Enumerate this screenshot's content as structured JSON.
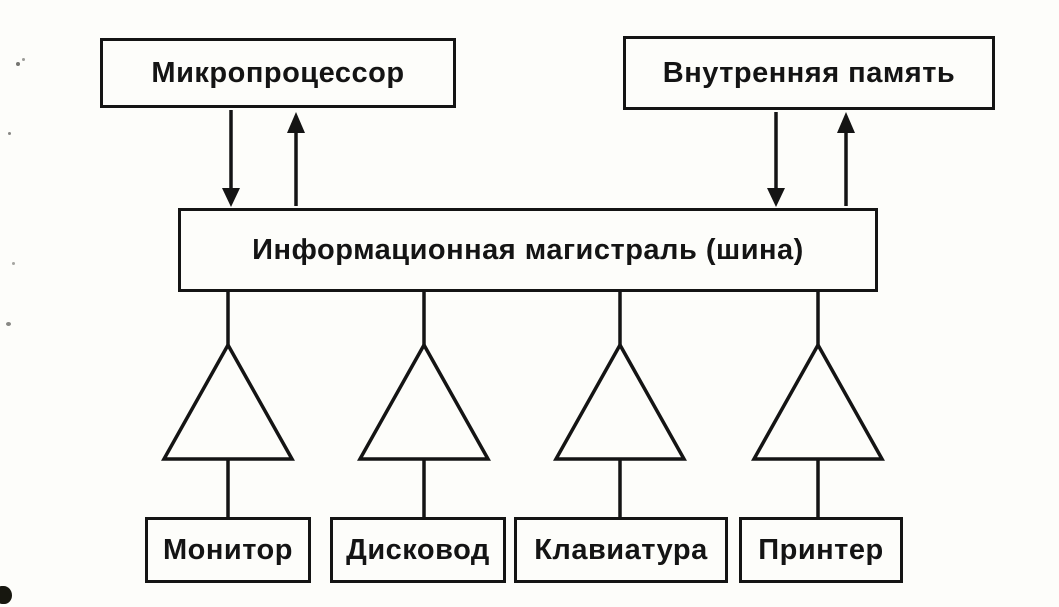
{
  "diagram": {
    "nodes": {
      "microprocessor": "Микропроцессор",
      "internal_memory": "Внутренняя память",
      "bus": "Информационная магистраль (шина)",
      "monitor": "Монитор",
      "disk_drive": "Дисковод",
      "keyboard": "Клавиатура",
      "printer": "Принтер"
    },
    "colors": {
      "ink": "#141414",
      "paper": "#fdfdfa"
    }
  }
}
